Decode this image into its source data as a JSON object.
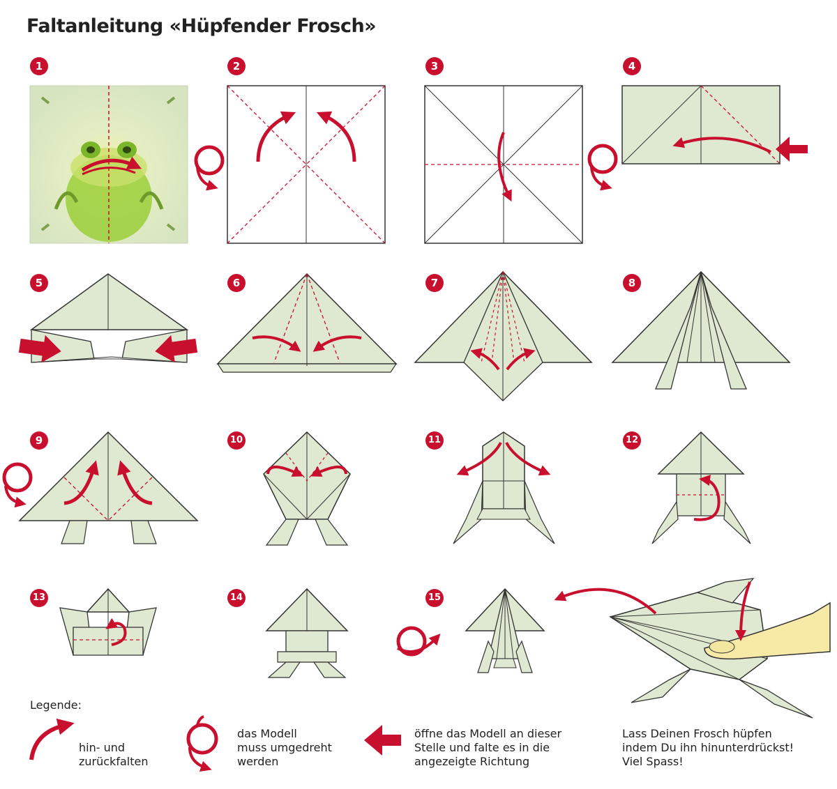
{
  "title": "Faltanleitung «Hüpfender Frosch»",
  "steps": [
    "1",
    "2",
    "3",
    "4",
    "5",
    "6",
    "7",
    "8",
    "9",
    "10",
    "11",
    "12",
    "13",
    "14",
    "15"
  ],
  "legend": {
    "heading": "Legende:",
    "fold_back_forth": "hin- und\nzurückfalten",
    "turn_over": "das Modell\nmuss umgedreht\nwerden",
    "open_here": "öffne das Modell an dieser\nStelle und falte es in die\nangezeigte Richtung",
    "final_note": "Lass Deinen Frosch hüpfen\nindem Du ihn hinunterdrückst!\nViel Spass!"
  },
  "colors": {
    "accent_red": "#c8102e",
    "paper_green": "#dfe8d0",
    "line": "#333333",
    "finger": "#f6eaa6"
  }
}
